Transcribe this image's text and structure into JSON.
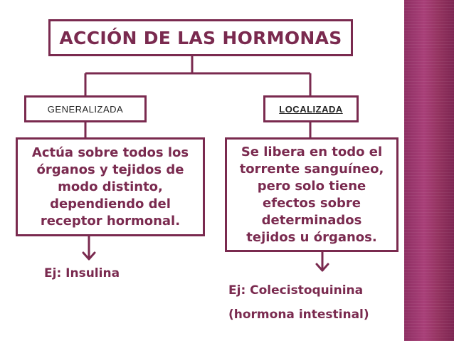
{
  "diagram": {
    "title": "ACCIÓN DE LAS HORMONAS",
    "branches": [
      {
        "label": "GENERALIZADA",
        "description_lines": [
          "Actúa sobre todos los",
          "órganos y tejidos de",
          "modo distinto,",
          "dependiendo del",
          "receptor hormonal."
        ],
        "example": "Ej: Insulina"
      },
      {
        "label": "LOCALIZADA",
        "description_lines": [
          "Se libera en todo el",
          "torrente sanguíneo,",
          "pero solo tiene",
          "efectos sobre",
          "determinados",
          "tejidos u órganos."
        ],
        "example_lines": [
          "Ej: Colecistoquinina",
          "(hormona intestinal)"
        ]
      }
    ]
  },
  "colors": {
    "accent": "#7a2a4f",
    "strip": "#a83f78"
  }
}
